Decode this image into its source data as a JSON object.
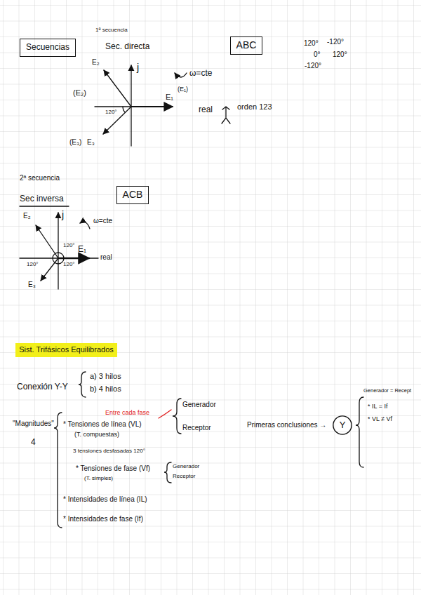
{
  "diagram": {
    "nodes": [
      {
        "text": [
          "Secuencias"
        ]
      },
      {
        "text": [
          "ABC"
        ]
      },
      {
        "text": [
          "ACB"
        ]
      },
      {
        "text": [
          "Sist. Trifásicos Equilibrados"
        ]
      },
      {
        "text": [
          "Y"
        ]
      }
    ],
    "labels": [
      "1ª secuencia",
      "Sec. directa",
      "120°",
      "-120°",
      "0°",
      "120°",
      "-120°",
      "(E₂)",
      "E₂",
      "j",
      "ω=cte",
      "E₁",
      "(E₁)",
      "real",
      "orden 123",
      "120°",
      "E₃",
      "(E₃)",
      "2ª secuencia",
      "Sec inversa",
      "E₂",
      "j",
      "ω=cte",
      "120°",
      "E₁",
      "real",
      "120°",
      "120°",
      "E₃",
      "Conexión Y-Y",
      "a) 3 hilos",
      "b) 4 hilos",
      "\"Magnitudes\"",
      "4",
      "* Tensiones de línea (VL)",
      "(T. compuestas)",
      "Entre cada fase",
      "Generador",
      "Receptor",
      "3 tensiones desfasadas 120°",
      "* Tensiones de fase (Vf)",
      "(T. simples)",
      "Generador",
      "Receptor",
      "* Intensidades de línea (IL)",
      "* Intensidades de fase (If)",
      "Primeras conclusiones →",
      "Generador = Recept",
      "* IL = If",
      "* VL ≠ Vf"
    ]
  }
}
